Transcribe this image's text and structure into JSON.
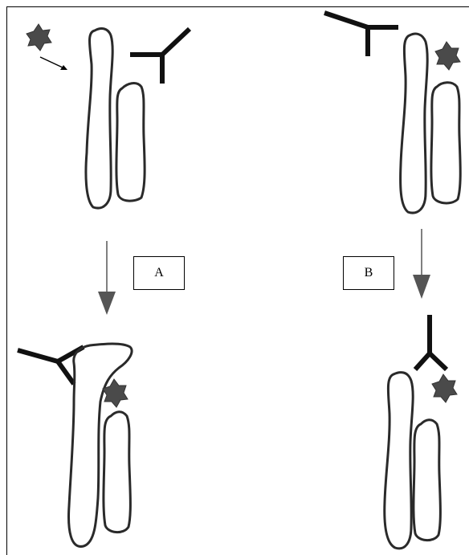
{
  "panels": {
    "top_left": {
      "state": "before"
    },
    "top_right": {
      "state": "before"
    },
    "bottom_left": {
      "state": "after"
    },
    "bottom_right": {
      "state": "after"
    }
  },
  "transitions": [
    {
      "label": "A",
      "from": "top_left",
      "to": "bottom_left"
    },
    {
      "label": "B",
      "from": "top_right",
      "to": "bottom_right"
    }
  ],
  "colors": {
    "outline": "#2a2a2a",
    "receptor_outline": "#1a1a1a",
    "ligand": "#4a4a4a",
    "antibody": "#111111",
    "arrow": "#555555",
    "frame": "#000000"
  },
  "icons": {
    "ligand": "star-hexagon-icon",
    "antibody": "y-shaped-antibody-icon"
  }
}
